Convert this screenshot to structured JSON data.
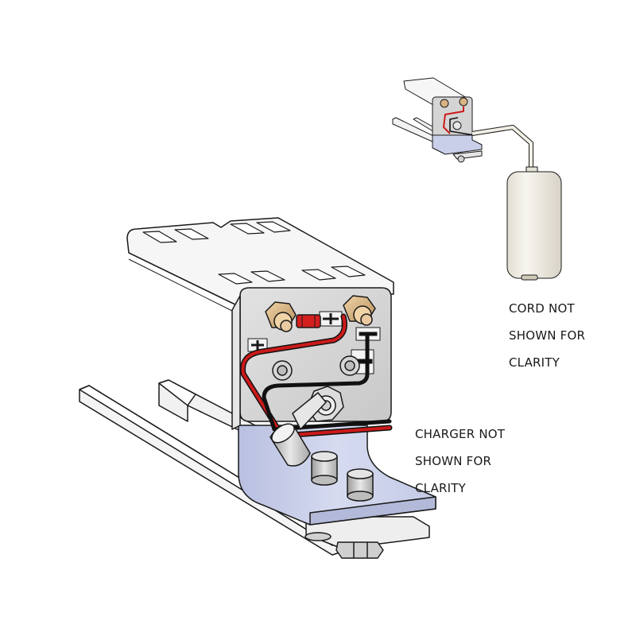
{
  "figure": {
    "type": "technical-assembly-illustration",
    "subject": "Battery terminal mounting bracket with wiring"
  },
  "annotations": {
    "cord": {
      "lines": [
        "CORD NOT",
        "SHOWN FOR",
        "CLARITY"
      ]
    },
    "charger": {
      "lines": [
        "CHARGER NOT",
        "SHOWN FOR",
        "CLARITY"
      ]
    }
  },
  "terminal_markings": {
    "positive_symbol": "+",
    "negative_symbol": "−"
  },
  "colors": {
    "background": "#ffffff",
    "bracket_white": "#f2f2f2",
    "plate_gray": "#d4d4d4",
    "base_lavender": "#c9cfe8",
    "brass": "#d9b483",
    "wire_red": "#cc1a1a",
    "wire_black": "#111111",
    "outline": "#1a1a1a",
    "charger_body": "#efece4"
  }
}
